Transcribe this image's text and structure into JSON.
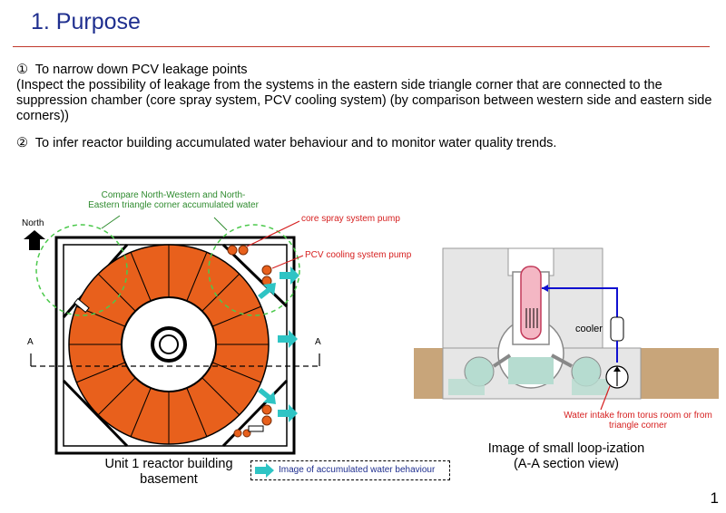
{
  "title": "1. Purpose",
  "bullet1": {
    "marker": "①",
    "heading": "To narrow down PCV leakage points",
    "detail": "(Inspect the possibility of leakage from the systems in the eastern side triangle corner that are connected to the suppression chamber (core spray system, PCV cooling system) (by comparison between western side and eastern side corners))"
  },
  "bullet2": {
    "marker": "②",
    "text": "To infer reactor building accumulated water behaviour and to monitor water quality trends."
  },
  "left_diagram": {
    "compare_label_line1": "Compare North-Western and North-",
    "compare_label_line2": "Eastern triangle corner accumulated water",
    "core_spray_label": "core spray system pump",
    "pcv_cooling_label": "PCV cooling system pump",
    "north_label": "North",
    "section_marker": "A",
    "caption_line1": "Unit 1 reactor building",
    "caption_line2": "basement",
    "legend_text": "Image of accumulated water behaviour",
    "colors": {
      "torus": "#e8601c",
      "ring": "#000000",
      "green_dash": "#4cc94c",
      "arrow": "#2ec4c4",
      "pump": "#e8601c"
    }
  },
  "right_diagram": {
    "cooler_label": "cooler",
    "intake_label_line1": "Water intake from torus room or from",
    "intake_label_line2": "triangle corner",
    "caption_line1": "Image of small loop-ization",
    "caption_line2": "(A-A section view)",
    "colors": {
      "building": "#e6e6e6",
      "ground": "#c8a57a",
      "water": "#b6dcd0",
      "loop": "#1010d0",
      "vessel": "#f4b7c4"
    }
  },
  "page_number": "1"
}
